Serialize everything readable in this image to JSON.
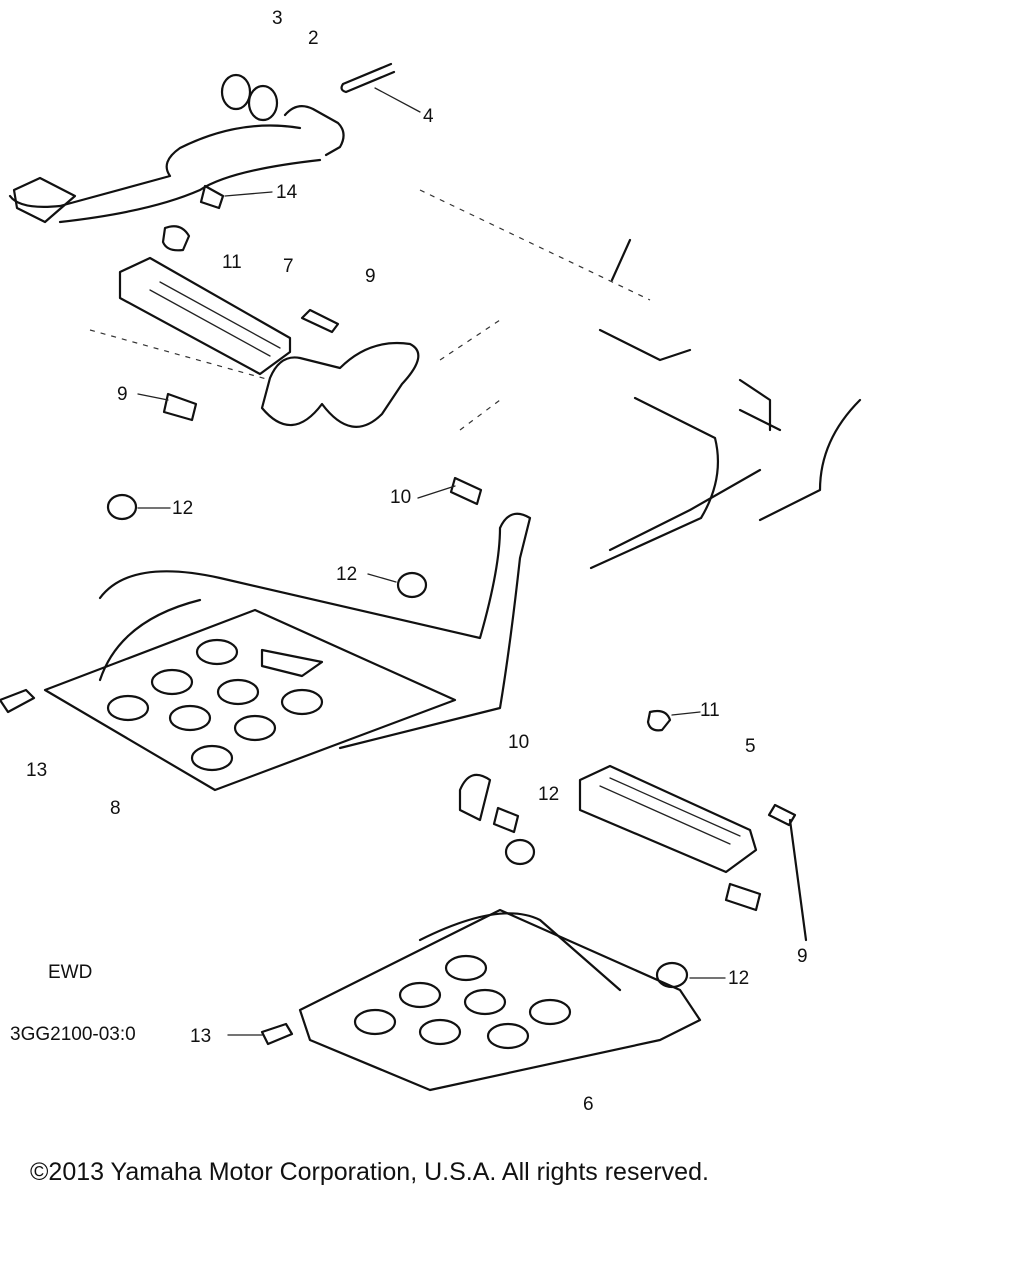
{
  "part_labels": [
    {
      "id": "lbl-3-top",
      "text": "3"
    },
    {
      "id": "lbl-2",
      "text": "2"
    },
    {
      "id": "lbl-4",
      "text": "4"
    },
    {
      "id": "lbl-14",
      "text": "14"
    },
    {
      "id": "lbl-11-top",
      "text": "11"
    },
    {
      "id": "lbl-7",
      "text": "7"
    },
    {
      "id": "lbl-9-a",
      "text": "9"
    },
    {
      "id": "lbl-9-b",
      "text": "9"
    },
    {
      "id": "lbl-12-a",
      "text": "12"
    },
    {
      "id": "lbl-10-a",
      "text": "10"
    },
    {
      "id": "lbl-12-b",
      "text": "12"
    },
    {
      "id": "lbl-13-a",
      "text": "13"
    },
    {
      "id": "lbl-8",
      "text": "8"
    },
    {
      "id": "lbl-11-b",
      "text": "11"
    },
    {
      "id": "lbl-5",
      "text": "5"
    },
    {
      "id": "lbl-10-b",
      "text": "10"
    },
    {
      "id": "lbl-12-c",
      "text": "12"
    },
    {
      "id": "lbl-9-c",
      "text": "9"
    },
    {
      "id": "lbl-12-d",
      "text": "12"
    },
    {
      "id": "lbl-13-b",
      "text": "13"
    },
    {
      "id": "lbl-6",
      "text": "6"
    }
  ],
  "diagram_code": "3GG2100-03:0",
  "stamp_text": "EWD",
  "copyright": "©2013 Yamaha Motor Corporation, U.S.A. All rights reserved."
}
